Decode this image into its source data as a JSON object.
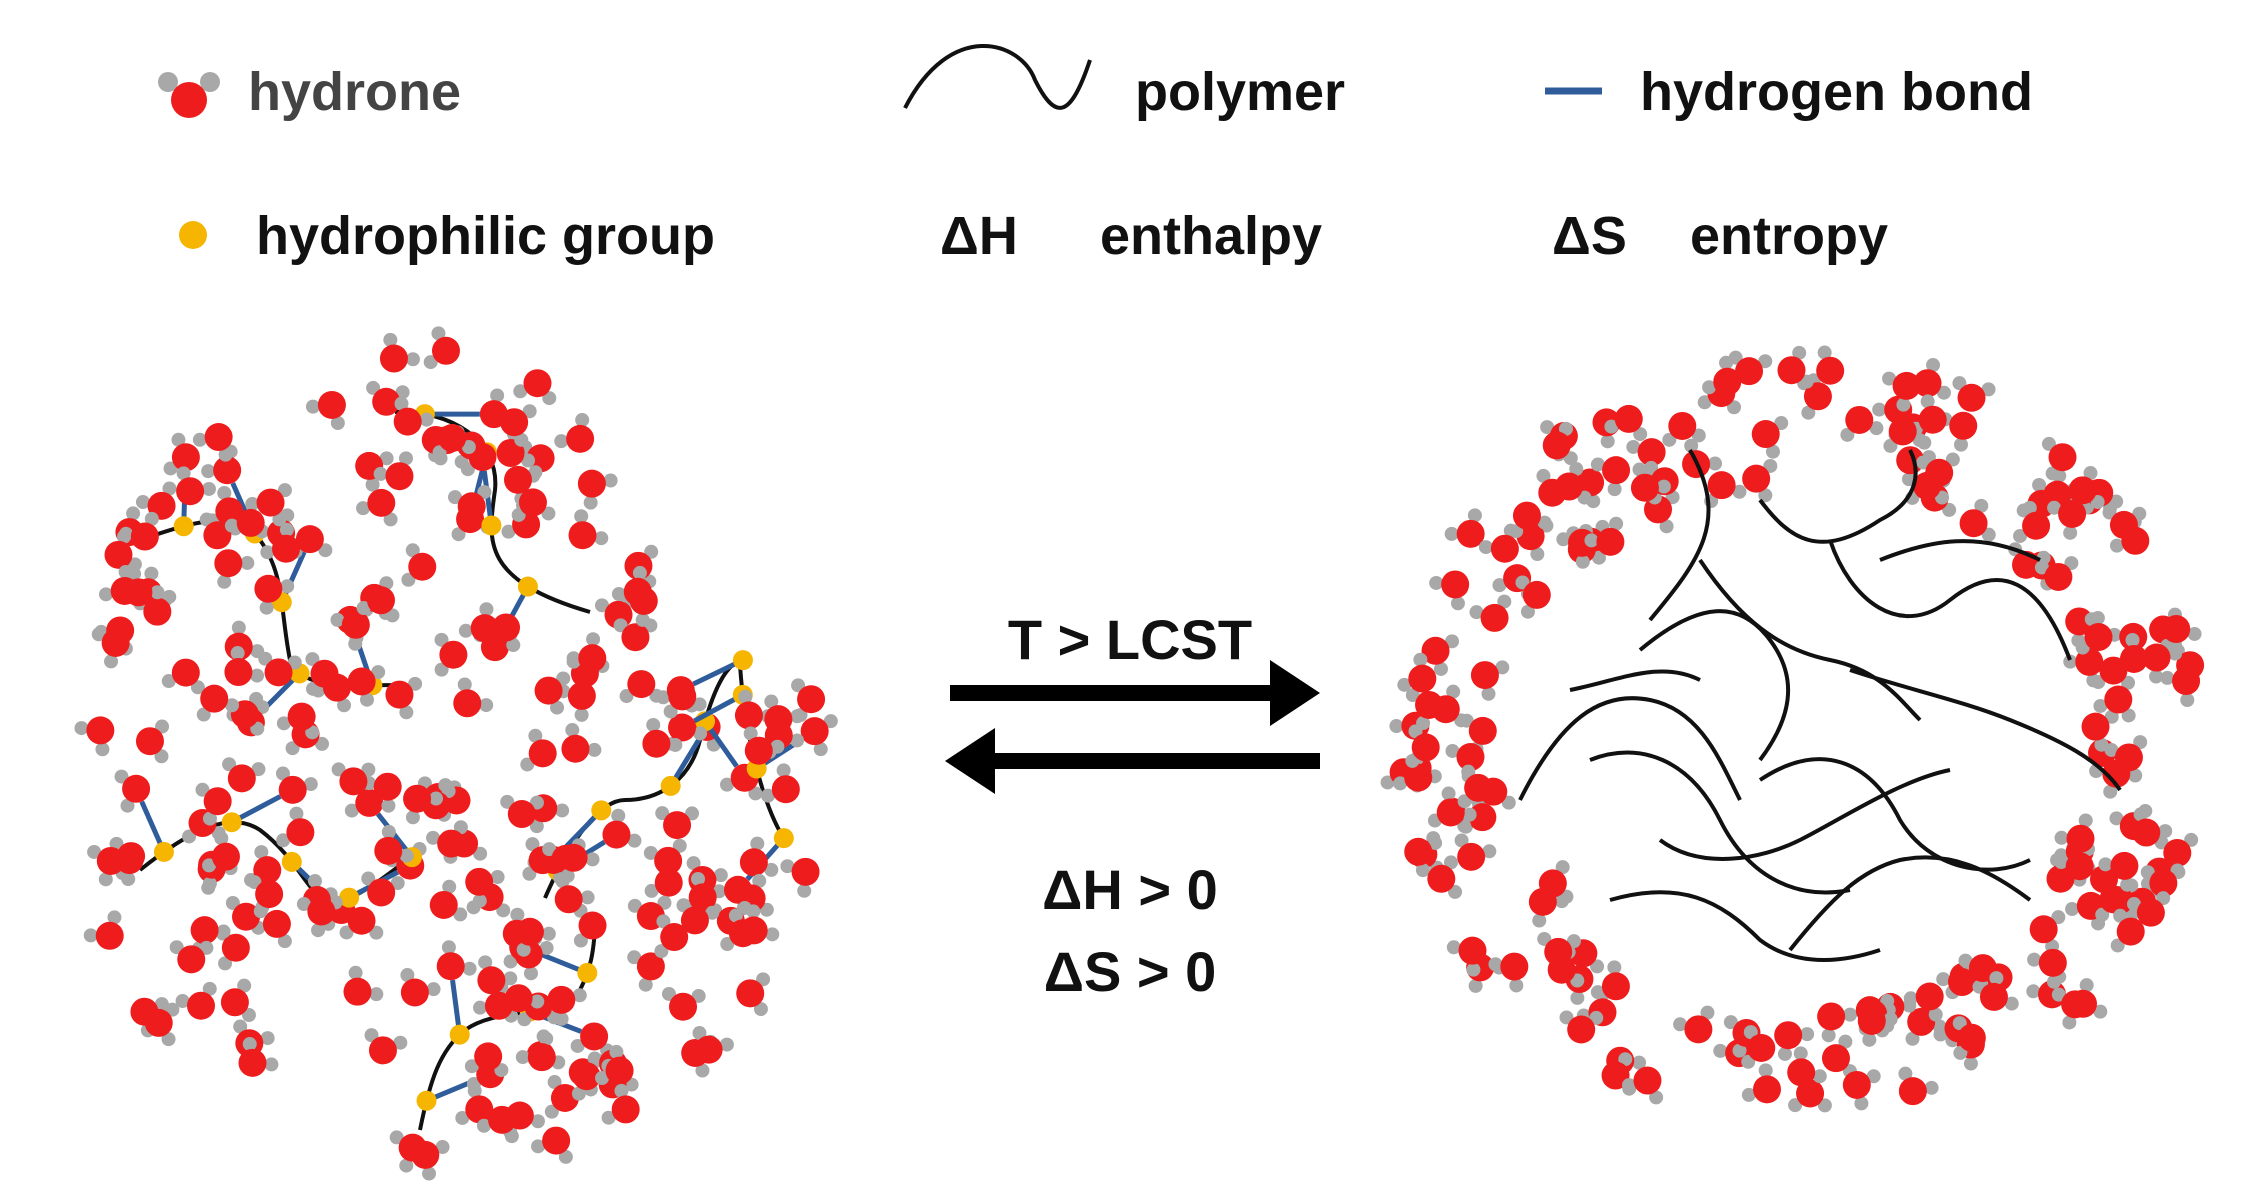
{
  "legend": {
    "hydrone": "hydrone",
    "polymer": "polymer",
    "hydrogen_bond": "hydrogen bond",
    "hydrophilic_group": "hydrophilic group",
    "enthalpy_symbol": "ΔH",
    "enthalpy": "enthalpy",
    "entropy_symbol": "ΔS",
    "entropy": "entropy"
  },
  "transition": {
    "condition": "T > LCST",
    "delta_h": "ΔH > 0",
    "delta_s": "ΔS > 0"
  },
  "colors": {
    "oxygen": "#ee1c1c",
    "hydrogen": "#a8a8a8",
    "hydrophilic_group": "#f5b500",
    "hydrogen_bond": "#2f5d9b",
    "polymer": "#111111",
    "arrow": "#000000"
  }
}
